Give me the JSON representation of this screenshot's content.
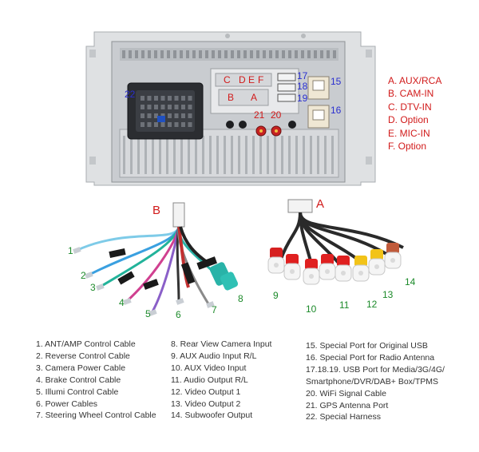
{
  "unit": {
    "port_numbers": [
      "15",
      "16",
      "17",
      "18",
      "19",
      "20",
      "21",
      "22"
    ],
    "port_letters": [
      "C",
      "D",
      "E",
      "F",
      "B",
      "A"
    ]
  },
  "legend_letters": [
    "A. AUX/RCA",
    "B. CAM-IN",
    "C. DTV-IN",
    "D. Option",
    "E. MIC-IN",
    "F. Option"
  ],
  "harness_b": {
    "title": "B",
    "labels": [
      "1",
      "2",
      "3",
      "4",
      "5",
      "6",
      "7",
      "8"
    ]
  },
  "harness_a": {
    "title": "A",
    "labels": [
      "9",
      "10",
      "11",
      "12",
      "13",
      "14"
    ]
  },
  "list_col1": [
    "1. ANT/AMP Control Cable",
    "2. Reverse Control Cable",
    "3. Camera Power Cable",
    "4. Brake Control Cable",
    "5. Illumi Control Cable",
    "6. Power Cables",
    "7. Steering Wheel Control Cable"
  ],
  "list_col2": [
    "8. Rear View Camera Input",
    "9. AUX Audio Input R/L",
    "10. AUX Video Input",
    "11. Audio Output R/L",
    "12. Video Output 1",
    "13. Video Output 2",
    "14. Subwoofer Output"
  ],
  "list_col3": [
    "15. Special Port for Original USB",
    "16. Special Port for Radio Antenna",
    "17.18.19. USB Port for Media/3G/4G/",
    "Smartphone/DVR/DAB+ Box/TPMS",
    "20. WiFi Signal Cable",
    "21. GPS Antenna Port",
    "22. Special Harness"
  ]
}
